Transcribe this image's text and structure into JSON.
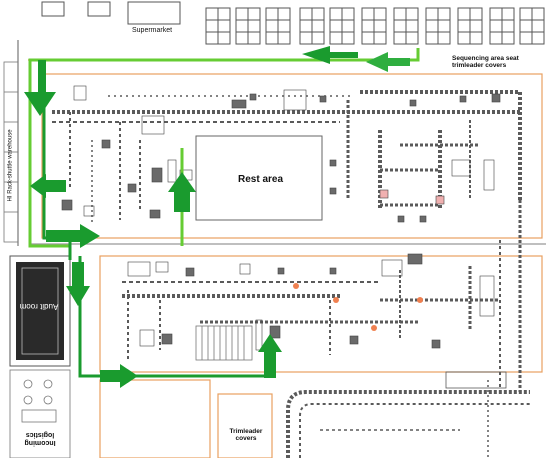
{
  "labels": {
    "supermarket": "Supermarket",
    "sequencing": "Sequencing area seat trimleader covers",
    "rest_area": "Rest area",
    "warehouse": "HI Rack-shuttle warehouse",
    "audit_room": "Audit room",
    "incoming_logistics": "Incoming logistics",
    "trimleader_covers": "Trimleader covers"
  },
  "colors": {
    "flow_arrow_dark": "#1a9b2e",
    "flow_arrow_light": "#66cc33",
    "wall_orange": "#e8a060",
    "structure_gray": "#5a5a5a",
    "audit_fill": "#2a2a2a"
  }
}
